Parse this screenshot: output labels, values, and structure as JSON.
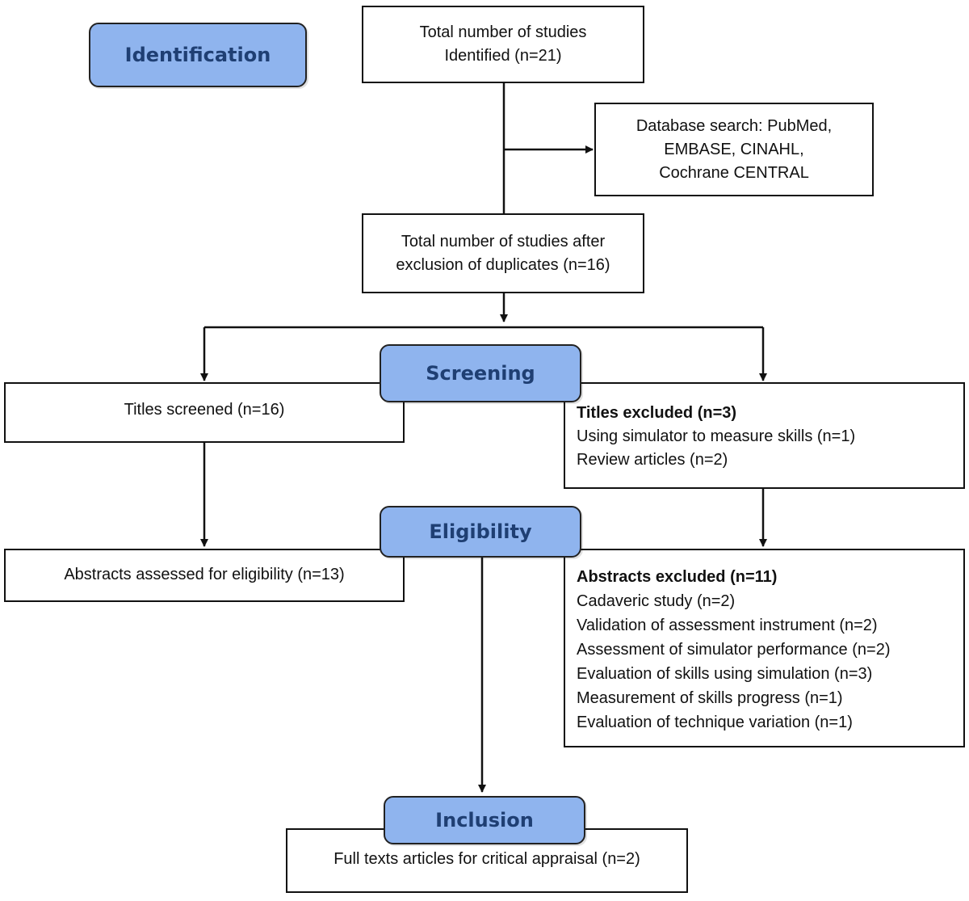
{
  "colors": {
    "stage_fill": "#8fb4ee",
    "stage_text": "#1f3f73",
    "line": "#111111"
  },
  "stages": {
    "identification": "Identification",
    "screening": "Screening",
    "eligibility": "Eligibility",
    "inclusion": "Inclusion"
  },
  "boxes": {
    "identified": [
      "Total number of studies",
      "Identified (n=21)"
    ],
    "database": [
      "Database search: PubMed,",
      "EMBASE, CINAHL,",
      "Cochrane CENTRAL"
    ],
    "after_duplicates": [
      "Total number of studies after",
      "exclusion of duplicates (n=16)"
    ],
    "titles_screened": [
      "Titles screened (n=16)"
    ],
    "titles_excluded": {
      "heading": "Titles excluded (n=3)",
      "items": [
        "Using simulator to measure skills (n=1)",
        "Review articles (n=2)"
      ]
    },
    "abstracts_assessed": [
      "Abstracts assessed for eligibility (n=13)"
    ],
    "abstracts_excluded": {
      "heading": "Abstracts excluded (n=11)",
      "items": [
        "Cadaveric study (n=2)",
        "Validation of assessment instrument (n=2)",
        "Assessment of simulator performance (n=2)",
        "Evaluation of skills using simulation (n=3)",
        "Measurement of skills progress (n=1)",
        "Evaluation of technique variation (n=1)"
      ]
    },
    "full_texts": [
      "Full texts articles for critical appraisal (n=2)"
    ]
  }
}
